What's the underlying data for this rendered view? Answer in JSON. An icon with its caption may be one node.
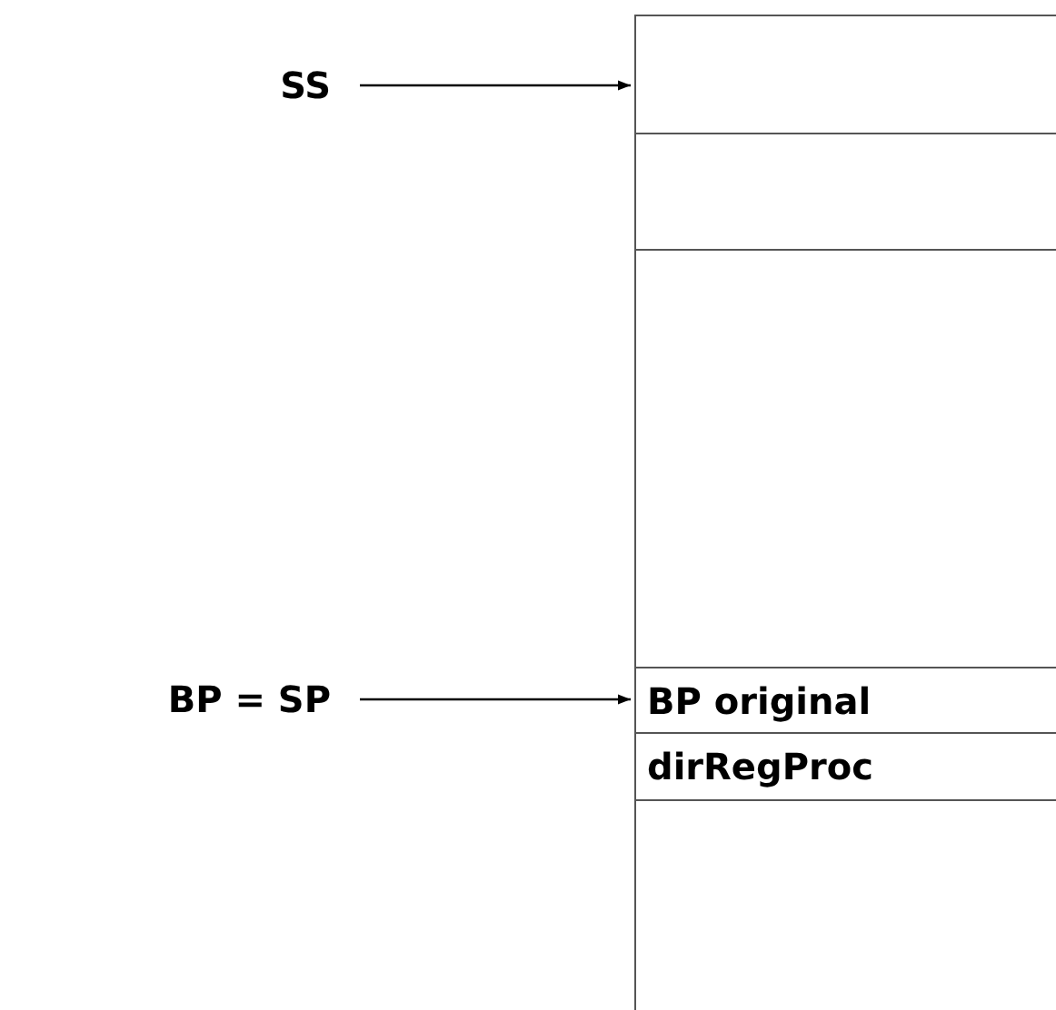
{
  "diagram": {
    "nodes": [
      {
        "text": [
          "SS"
        ]
      },
      {
        "text": [],
        "shape": "box"
      },
      {
        "text": [],
        "shape": "box"
      },
      {
        "text": [],
        "shape": "box"
      },
      {
        "text": [
          "BP = SP"
        ]
      },
      {
        "text": [
          "BP original"
        ]
      },
      {
        "text": [
          "dirRegProc"
        ]
      },
      {
        "text": [],
        "shape": "box"
      }
    ],
    "edges": [
      {
        "from": 0,
        "to": 1,
        "arrow": "to"
      },
      {
        "from": 4,
        "to": 5,
        "arrow": "to"
      }
    ]
  }
}
